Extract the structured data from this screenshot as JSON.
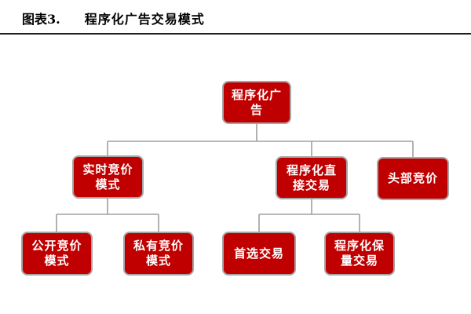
{
  "header": {
    "figure_label": "图表3.",
    "title": "程序化广告交易模式"
  },
  "diagram": {
    "type": "tree",
    "accent_color": "#C00000",
    "node_border_color": "#A6A6A6",
    "connector_color": "#A0A0A0",
    "text_color": "#FFFFFF",
    "nodes": [
      {
        "id": "programmatic-ad",
        "label": "程序化广告",
        "line1": "程序化广",
        "line2": "告",
        "parent": null
      },
      {
        "id": "rtb-mode",
        "label": "实时竞价模式",
        "line1": "实时竞价",
        "line2": "模式",
        "parent": "programmatic-ad"
      },
      {
        "id": "programmatic-direct",
        "label": "程序化直接交易",
        "line1": "程序化直",
        "line2": "接交易",
        "parent": "programmatic-ad"
      },
      {
        "id": "header-bidding",
        "label": "头部竞价",
        "line1": "头部竞价",
        "line2": "",
        "parent": "programmatic-ad"
      },
      {
        "id": "open-auction-mode",
        "label": "公开竞价模式",
        "line1": "公开竞价",
        "line2": "模式",
        "parent": "rtb-mode"
      },
      {
        "id": "private-auction-mode",
        "label": "私有竞价模式",
        "line1": "私有竞价",
        "line2": "模式",
        "parent": "rtb-mode"
      },
      {
        "id": "preferred-deal",
        "label": "首选交易",
        "line1": "首选交易",
        "line2": "",
        "parent": "programmatic-direct"
      },
      {
        "id": "programmatic-guaranteed",
        "label": "程序化保量交易",
        "line1": "程序化保",
        "line2": "量交易",
        "parent": "programmatic-direct"
      }
    ]
  }
}
